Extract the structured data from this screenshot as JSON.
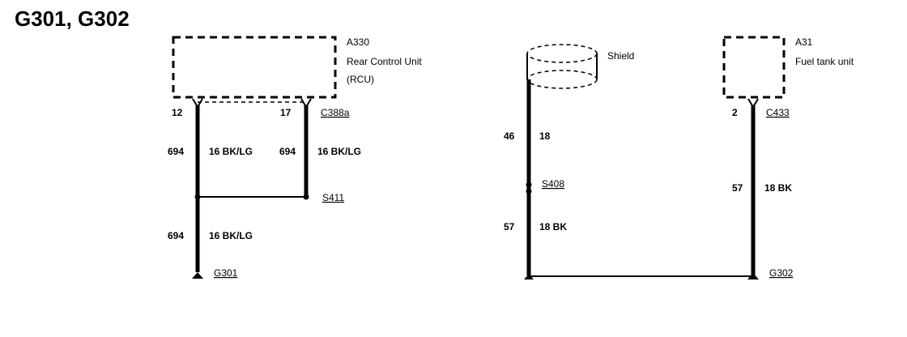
{
  "title": "G301, G302",
  "left": {
    "component": {
      "id": "A330",
      "name": "Rear Control Unit",
      "abbr": "(RCU)"
    },
    "pin_a": "12",
    "pin_b": "17",
    "connector": "C388a",
    "wire_a": {
      "circuit": "694",
      "gauge_color": "16 BK/LG"
    },
    "wire_b": {
      "circuit": "694",
      "gauge_color": "16 BK/LG"
    },
    "splice": "S411",
    "wire_c": {
      "circuit": "694",
      "gauge_color": "16 BK/LG"
    },
    "ground": "G301"
  },
  "right": {
    "shield_label": "Shield",
    "shield_wire": {
      "circuit": "46",
      "gauge": "18"
    },
    "splice": "S408",
    "shield_ground_wire": {
      "circuit": "57",
      "gauge_color": "18 BK"
    },
    "component": {
      "id": "A31",
      "name": "Fuel tank unit"
    },
    "pin": "2",
    "connector": "C433",
    "fuel_wire": {
      "circuit": "57",
      "gauge_color": "18 BK"
    },
    "ground": "G302"
  }
}
